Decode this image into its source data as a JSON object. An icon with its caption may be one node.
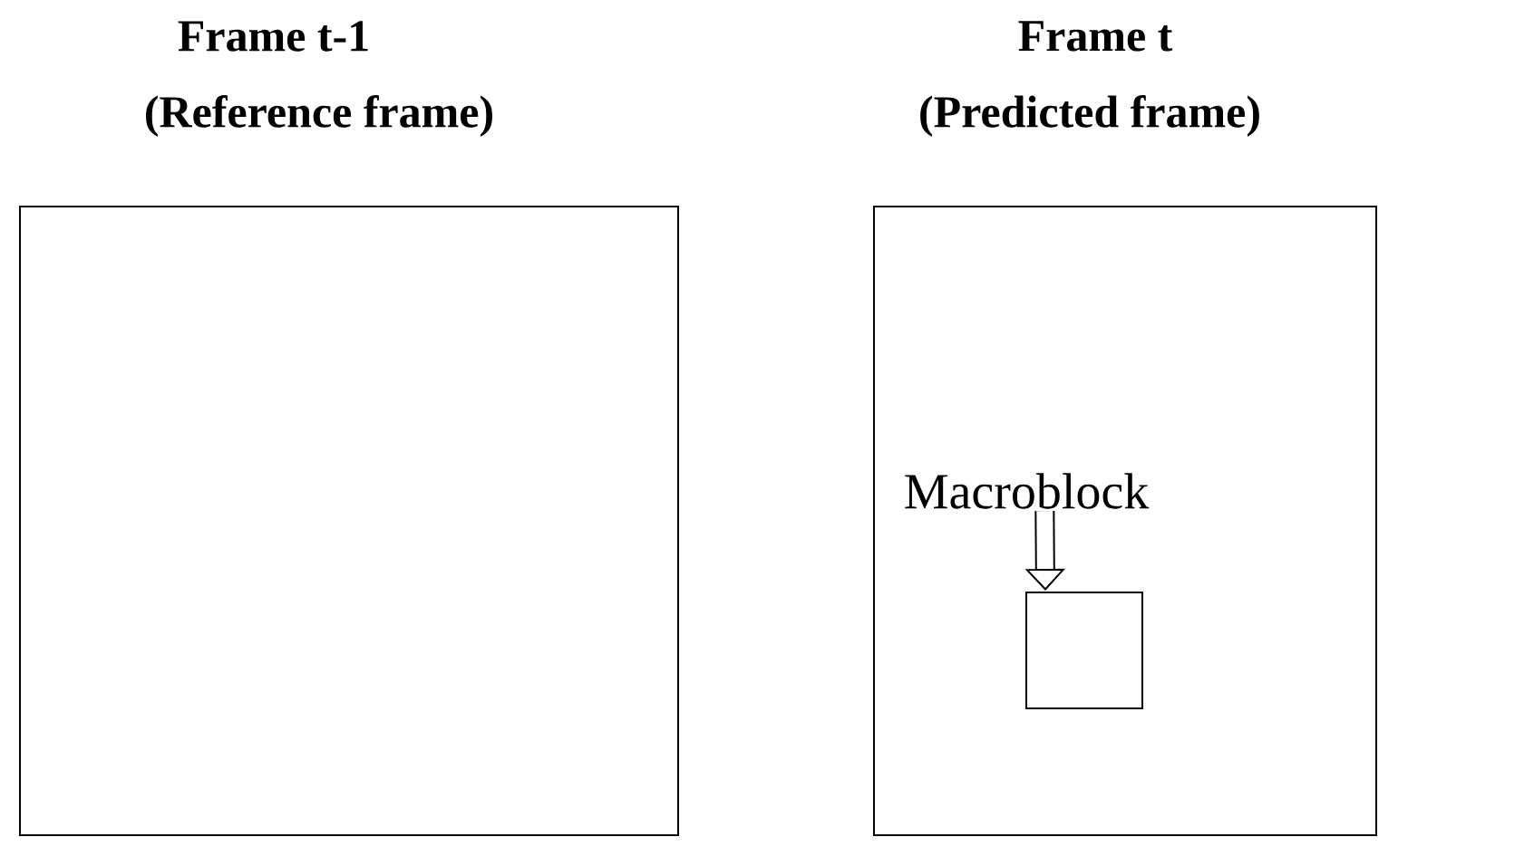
{
  "diagram": {
    "nodes": [
      {
        "text": [],
        "shape": "box"
      },
      {
        "text": [],
        "shape": "box"
      },
      {
        "text": [
          "Macroblock"
        ],
        "in": 1
      },
      {
        "text": [],
        "shape": "box",
        "in": 1
      }
    ],
    "edges": [
      {
        "from": 2,
        "to": 3,
        "arrow": "to"
      }
    ],
    "labels": [
      "Frame t-1",
      "Frame t",
      "(Reference frame)",
      "(Predicted frame)"
    ]
  }
}
